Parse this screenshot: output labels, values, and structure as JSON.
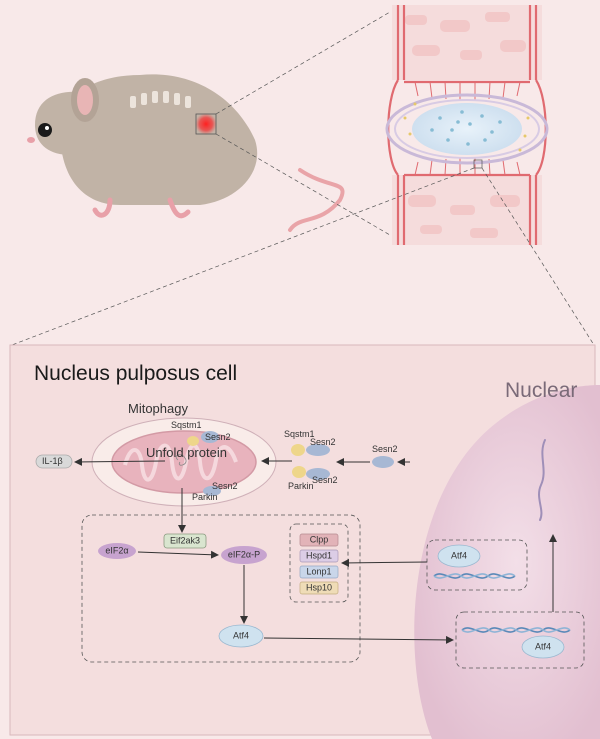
{
  "panel": {
    "title": "Nucleus pulposus cell",
    "nuclear_label": "Nuclear"
  },
  "mitochondrion": {
    "mitophagy_label": "Mitophagy",
    "unfold_label": "Unfold protein",
    "sqstm1_top": "Sqstm1",
    "sesn2_top": "Sesn2",
    "parkin": "Parkin",
    "sesn2_bottom": "Sesn2"
  },
  "cytoplasm": {
    "il1b": "IL-1β",
    "sqstm1": "Sqstm1",
    "sesn2_a": "Sesn2",
    "parkin": "Parkin",
    "sesn2_b": "Sesn2",
    "sesn2_single": "Sesn2"
  },
  "pathway": {
    "eif2a": "eIF2α",
    "eif2ak3": "Eif2ak3",
    "eif2a_p": "eIF2α-P",
    "atf4": "Atf4",
    "proteins": [
      "Clpp",
      "Hspd1",
      "Lonp1",
      "Hsp10"
    ]
  },
  "nucleus": {
    "atf4_top": "Atf4",
    "atf4_bottom": "Atf4"
  },
  "colors": {
    "background": "#f8e9e9",
    "panel": "#f4dede",
    "nucleus": "#ecd0dc",
    "vessel": "#e06a70",
    "disc": "#d7e7f3",
    "mouse": "#c1b3a6"
  }
}
